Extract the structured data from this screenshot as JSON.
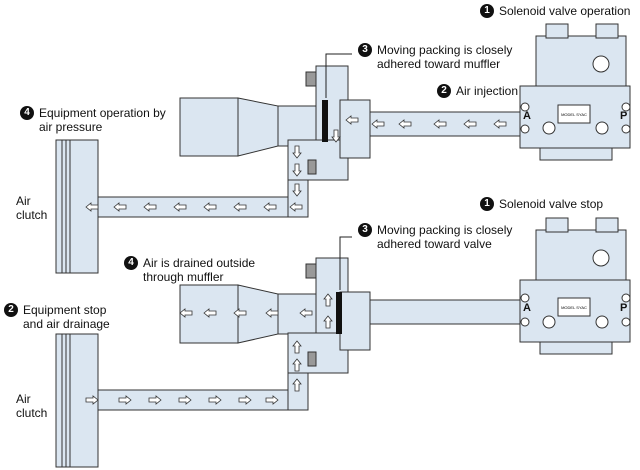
{
  "top": {
    "step1": {
      "num": "1",
      "text": "Solenoid valve operation"
    },
    "step2": {
      "num": "2",
      "text": "Air injection"
    },
    "step3": {
      "num": "3",
      "line1": "Moving packing is closely",
      "line2": "adhered toward muffler"
    },
    "step4": {
      "num": "4",
      "line1": "Equipment operation by",
      "line2": "air pressure"
    },
    "clutch": {
      "line1": "Air",
      "line2": "clutch"
    },
    "port_a": "A",
    "port_p": "P",
    "plate_text": "MODEL SYAC"
  },
  "bottom": {
    "step1": {
      "num": "1",
      "text": "Solenoid valve stop"
    },
    "step2": {
      "num": "2",
      "line1": "Equipment stop",
      "line2": "and air drainage"
    },
    "step3": {
      "num": "3",
      "line1": "Moving packing is closely",
      "line2": "adhered toward valve"
    },
    "step4": {
      "num": "4",
      "line1": "Air is drained outside",
      "line2": "through muffler"
    },
    "clutch": {
      "line1": "Air",
      "line2": "clutch"
    },
    "port_a": "A",
    "port_p": "P",
    "plate_text": "MODEL SYAC"
  },
  "colors": {
    "fill": "#dbe6f1",
    "stroke": "#333333",
    "dark": "#222222"
  }
}
